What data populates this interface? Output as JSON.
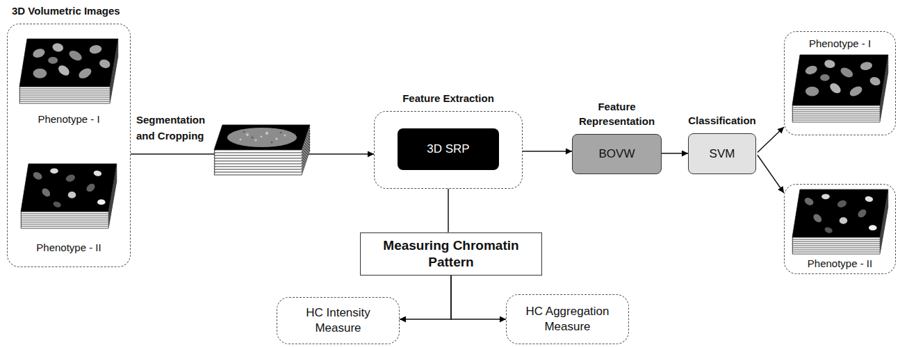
{
  "diagram": {
    "nodes": [
      {
        "text": [
          "3D Volumetric Images"
        ]
      },
      {
        "text": [
          "Phenotype - I"
        ],
        "in": 0
      },
      {
        "text": [
          "Phenotype - II"
        ],
        "in": 0
      },
      {
        "text": [
          "Feature Extraction"
        ]
      },
      {
        "text": [
          "3D SRP"
        ],
        "in": 3
      },
      {
        "text": [
          "Feature Representation",
          "BOVW"
        ]
      },
      {
        "text": [
          "Classification",
          "SVM"
        ]
      },
      {
        "text": [
          "Phenotype - I"
        ]
      },
      {
        "text": [
          "Phenotype - II"
        ]
      },
      {
        "text": [
          "Measuring Chromatin Pattern"
        ]
      },
      {
        "text": [
          "HC Intensity Measure"
        ]
      },
      {
        "text": [
          "HC Aggregation Measure"
        ]
      }
    ],
    "edges": [
      {
        "from": 0,
        "to": 3,
        "arrow": "to",
        "label": "Segmentation and Cropping"
      },
      {
        "from": 3,
        "to": 5,
        "arrow": "to"
      },
      {
        "from": 5,
        "to": 6,
        "arrow": "to"
      },
      {
        "from": 6,
        "to": 7,
        "arrow": "to"
      },
      {
        "from": 6,
        "to": 8,
        "arrow": "to"
      },
      {
        "from": 3,
        "to": 9,
        "arrow": "none"
      },
      {
        "from": 9,
        "to": 10,
        "arrow": "to"
      },
      {
        "from": 9,
        "to": 11,
        "arrow": "to"
      }
    ]
  }
}
